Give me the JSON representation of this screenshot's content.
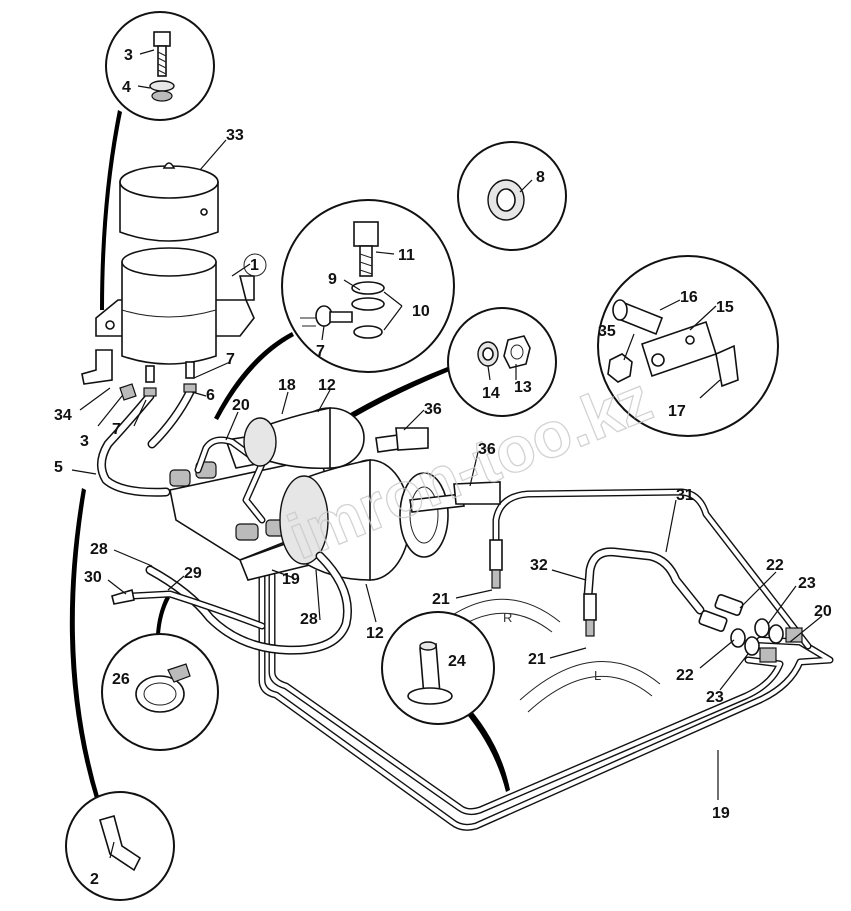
{
  "watermark": "imron-too.kz",
  "side_marks": {
    "right": "R",
    "left": "L"
  },
  "parts": {
    "p1": "1",
    "p2": "2",
    "p3": "3",
    "p4": "4",
    "p5": "5",
    "p6": "6",
    "p7": "7",
    "p8": "8",
    "p9": "9",
    "p10": "10",
    "p11": "11",
    "p12": "12",
    "p13": "13",
    "p14": "14",
    "p15": "15",
    "p16": "16",
    "p17": "17",
    "p18": "18",
    "p19": "19",
    "p20": "20",
    "p21": "21",
    "p22": "22",
    "p23": "23",
    "p24": "24",
    "p26": "26",
    "p28": "28",
    "p29": "29",
    "p30": "30",
    "p31": "31",
    "p32": "32",
    "p33": "33",
    "p34": "34",
    "p35": "35",
    "p36": "36"
  }
}
